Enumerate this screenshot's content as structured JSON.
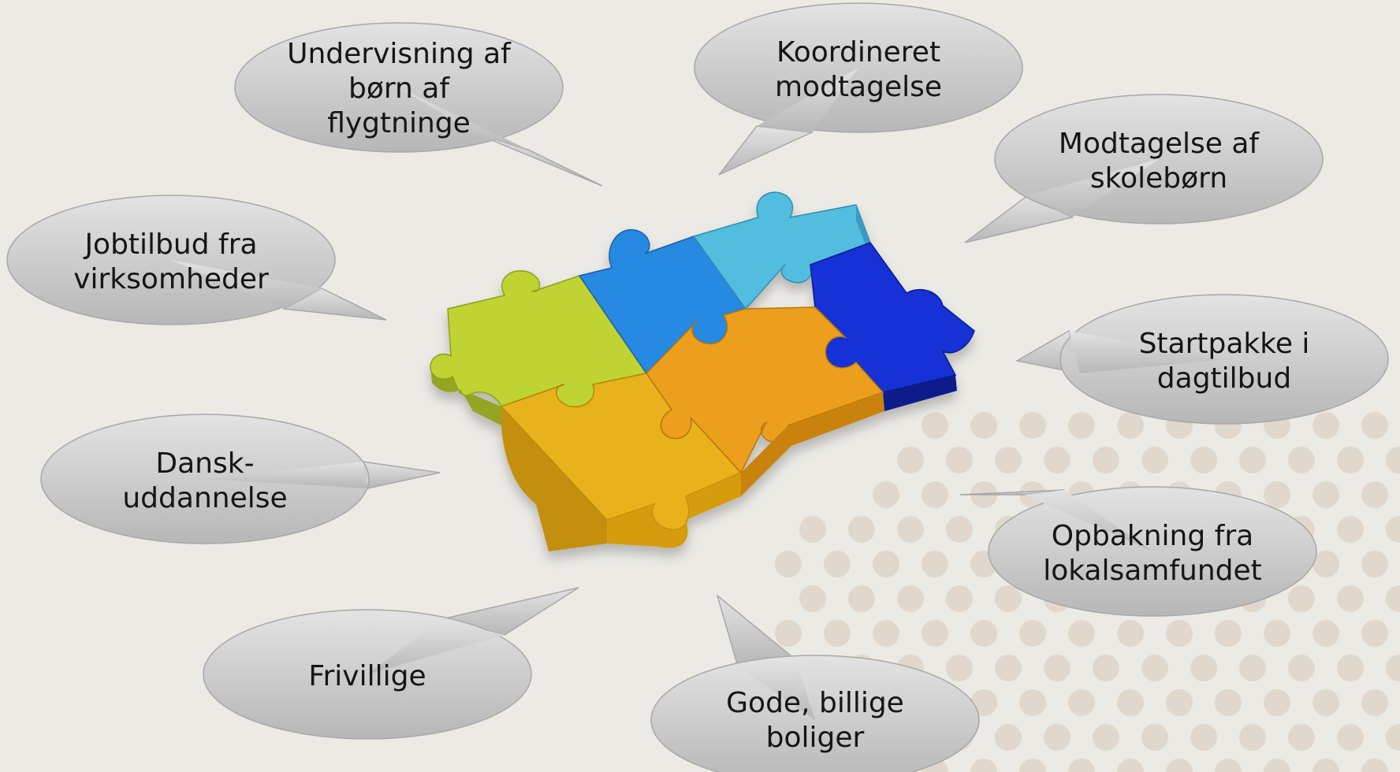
{
  "colors": {
    "background": "#ebeae5",
    "dots": "#e0d8cc",
    "bubble_top": "#e3e3e3",
    "bubble_bottom": "#b7b7b7",
    "bubble_stroke": "#a8a8a8",
    "puzzle_green": "#bfd332",
    "puzzle_blue": "#2889e2",
    "puzzle_light_blue": "#52bde0",
    "puzzle_dark_blue": "#1330d6",
    "puzzle_yellow": "#e8b21c",
    "puzzle_orange": "#ec9f1a"
  },
  "center_icon": "jigsaw-puzzle-icon",
  "bubbles": [
    {
      "id": "undervisning",
      "lines": [
        "Undervisning af",
        "børn af",
        "flygtninge"
      ]
    },
    {
      "id": "koordineret",
      "lines": [
        "Koordineret",
        "modtagelse"
      ]
    },
    {
      "id": "modtagelse-skoleborn",
      "lines": [
        "Modtagelse af",
        "skolebørn"
      ]
    },
    {
      "id": "jobtilbud",
      "lines": [
        "Jobtilbud fra",
        "virksomheder"
      ]
    },
    {
      "id": "startpakke",
      "lines": [
        "Startpakke i",
        "dagtilbud"
      ]
    },
    {
      "id": "dansk",
      "lines": [
        "Dansk-",
        "uddannelse"
      ]
    },
    {
      "id": "opbakning",
      "lines": [
        "Opbakning fra",
        "lokalsamfundet"
      ]
    },
    {
      "id": "frivillige",
      "lines": [
        "Frivillige"
      ]
    },
    {
      "id": "boliger",
      "lines": [
        "Gode, billige",
        "boliger"
      ]
    }
  ]
}
